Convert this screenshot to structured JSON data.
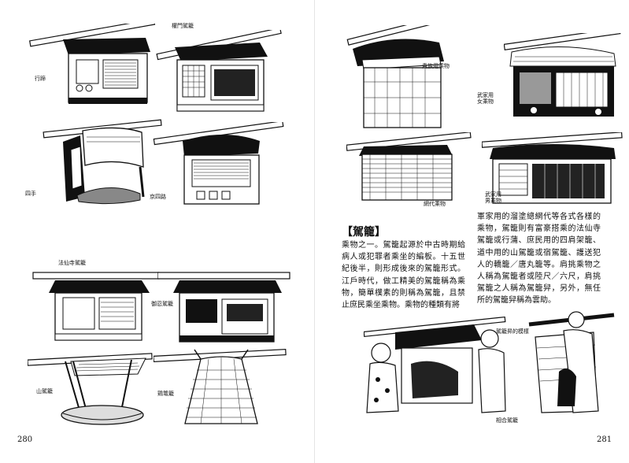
{
  "left_page": {
    "page_number": "280",
    "labels": {
      "kenmon_kago": "權門駕籠",
      "gyoten": "行蹄",
      "yotsude": "四手",
      "kyo_yotsuji": "京四路",
      "hokkeji_kago": "法仙寺駕籠",
      "oshinobi_kago": "御忍駕籠",
      "yama_kago": "山駕籠",
      "tori_kago": "鶏篭籠"
    }
  },
  "right_page": {
    "page_number": "281",
    "labels": {
      "kizoku_norimono": "貴族用乘物",
      "buke_onna_norimono": "武家用\n女乘物",
      "amishiro_norimono": "網代乘物",
      "buke_otoko_norimono": "武家用\n男乘物",
      "kago_carrying": "駕籠昇的模樣",
      "aiai_kago": "相合駕籠"
    },
    "article": {
      "title": "【駕籠】",
      "column_left": "乘物之一。駕籠起源於中古時期給病人或犯罪者乘坐的編板。十五世紀後半，則形成後來的駕籠形式。江戶時代，做工精美的駕籠稱為乘物，簡單樸素的則稱為駕籠，且禁止庶民乘坐乘物。乘物的種類有將",
      "column_right": "軍家用的溜塗總網代等各式各樣的乘物，駕籠則有富豪搭乘的法仙寺駕籠或行蒲、庶民用的四肩架籠、道中用的山駕籠或宿駕籠、護送犯人的轎籠／唐丸籠等。肩挑乘物之人稱為駕籠者或陸尺／六尺，肩挑駕籠之人稱為駕籠舁，另外，無任所的駕籠舁稱為雲助。"
    }
  }
}
